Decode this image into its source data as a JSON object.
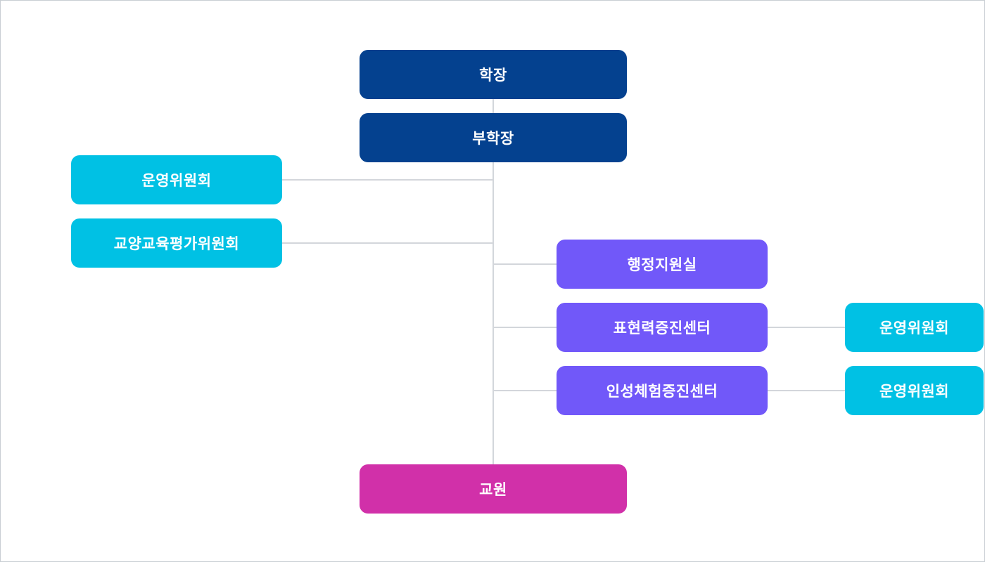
{
  "colors": {
    "navy": "#04418f",
    "cyan": "#00c1e4",
    "purple": "#7158f9",
    "magenta": "#d130a9",
    "connector_line": "#d3d6db",
    "page_border": "#c9ced3",
    "node_text": "#ffffff"
  },
  "org_chart": {
    "type": "organization-chart",
    "nodes": {
      "dean": {
        "label": "학장",
        "level": 1,
        "color": "#04418f"
      },
      "vice_dean": {
        "label": "부학장",
        "level": 2,
        "color": "#04418f"
      },
      "steering_committee": {
        "label": "운영위원회",
        "level": 3,
        "color": "#00c1e4"
      },
      "liberal_arts_evaluation_committee": {
        "label": "교양교육평가위원회",
        "level": 3,
        "color": "#00c1e4"
      },
      "admin_support_office": {
        "label": "행정지원실",
        "level": 3,
        "color": "#7158f9"
      },
      "expression_center": {
        "label": "표현력증진센터",
        "level": 3,
        "color": "#7158f9"
      },
      "character_center": {
        "label": "인성체험증진센터",
        "level": 3,
        "color": "#7158f9"
      },
      "expression_steering_committee": {
        "label": "운영위원회",
        "level": 4,
        "color": "#00c1e4"
      },
      "character_steering_committee": {
        "label": "운영위원회",
        "level": 4,
        "color": "#00c1e4"
      },
      "faculty": {
        "label": "교원",
        "level": 5,
        "color": "#d130a9"
      }
    },
    "edges": [
      [
        "dean",
        "vice_dean"
      ],
      [
        "vice_dean",
        "steering_committee"
      ],
      [
        "vice_dean",
        "liberal_arts_evaluation_committee"
      ],
      [
        "vice_dean",
        "admin_support_office"
      ],
      [
        "vice_dean",
        "expression_center"
      ],
      [
        "vice_dean",
        "character_center"
      ],
      [
        "expression_center",
        "expression_steering_committee"
      ],
      [
        "character_center",
        "character_steering_committee"
      ],
      [
        "vice_dean",
        "faculty"
      ]
    ]
  }
}
